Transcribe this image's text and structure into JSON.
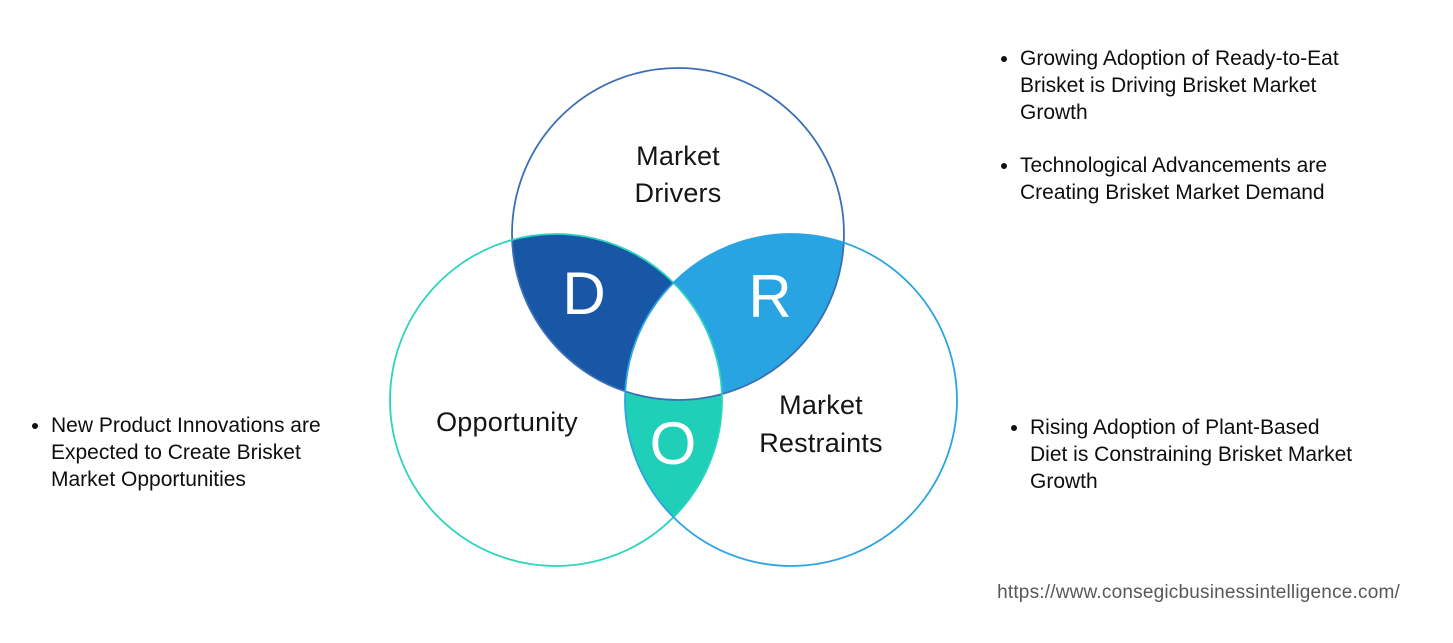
{
  "venn": {
    "drivers": {
      "label": "Market Drivers",
      "letter": "D"
    },
    "opportunity": {
      "label": "Opportunity",
      "letter": "O"
    },
    "restraints": {
      "label": "Market Restraints",
      "letter": "R"
    }
  },
  "colors": {
    "drivers_overlap_fill": "#1757a6",
    "restraints_overlap_fill": "#29a4e2",
    "opportunity_overlap_fill": "#20cfb7",
    "drivers_outline": "#3a6fb5",
    "opportunity_outline": "#2bd4bd",
    "restraints_outline": "#2ba3e4",
    "body_text": "#0e0e0e",
    "url_text": "#57585b"
  },
  "annotations": {
    "drivers_points": [
      "Growing Adoption of Ready-to-Eat Brisket is Driving Brisket Market Growth",
      "Technological Advancements are Creating Brisket Market Demand"
    ],
    "opportunity_points": [
      "New Product Innovations are Expected to Create Brisket Market Opportunities"
    ],
    "restraints_points": [
      "Rising Adoption of Plant-Based Diet is Constraining Brisket Market Growth"
    ]
  },
  "footer": {
    "url": "https://www.consegicbusinessintelligence.com/"
  }
}
